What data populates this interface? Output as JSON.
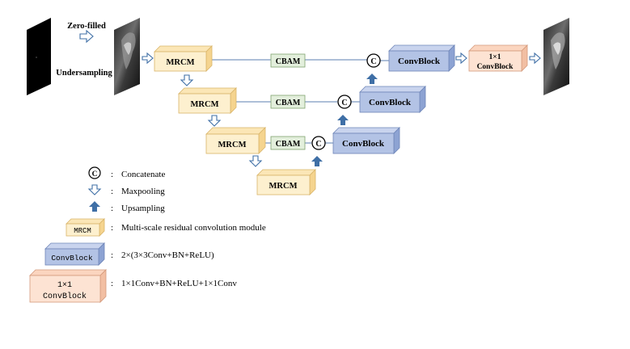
{
  "input": {
    "top_label": "Zero-filled",
    "bottom_label": "Undersampling"
  },
  "blocks": {
    "mrcm_label": "MRCM",
    "cbam_label": "CBAM",
    "convblock_label": "ConvBlock",
    "final_line1": "1×1",
    "final_line2": "ConvBlock"
  },
  "concat_symbol": "C",
  "legend": {
    "concatenate": "Concatenate",
    "maxpooling": "Maxpooling",
    "upsampling": "Upsampling",
    "mrcm_box": "MRCM",
    "mrcm_desc": "Multi-scale residual convolution module",
    "convblock_box": "ConvBlock",
    "convblock_desc": "2×(3×3Conv+BN+ReLU)",
    "final_box_line1": "1×1",
    "final_box_line2": "ConvBlock",
    "final_desc": "1×1Conv+BN+ReLU+1×1Conv",
    "separator": ":"
  },
  "colors": {
    "mrcm_front": "#fdf0cf",
    "mrcm_top": "#fbe6b6",
    "mrcm_side": "#f5d48f",
    "cbam_fill": "#e3efdc",
    "conv_front": "#b3c3e5",
    "conv_top": "#c9d4ee",
    "conv_side": "#8da3d3",
    "final_front": "#fde3d3",
    "final_top": "#fbd5bf",
    "final_side": "#f2bfa3",
    "arrow_blue": "#3f6fa6",
    "line_blue": "#5b7fb0"
  }
}
